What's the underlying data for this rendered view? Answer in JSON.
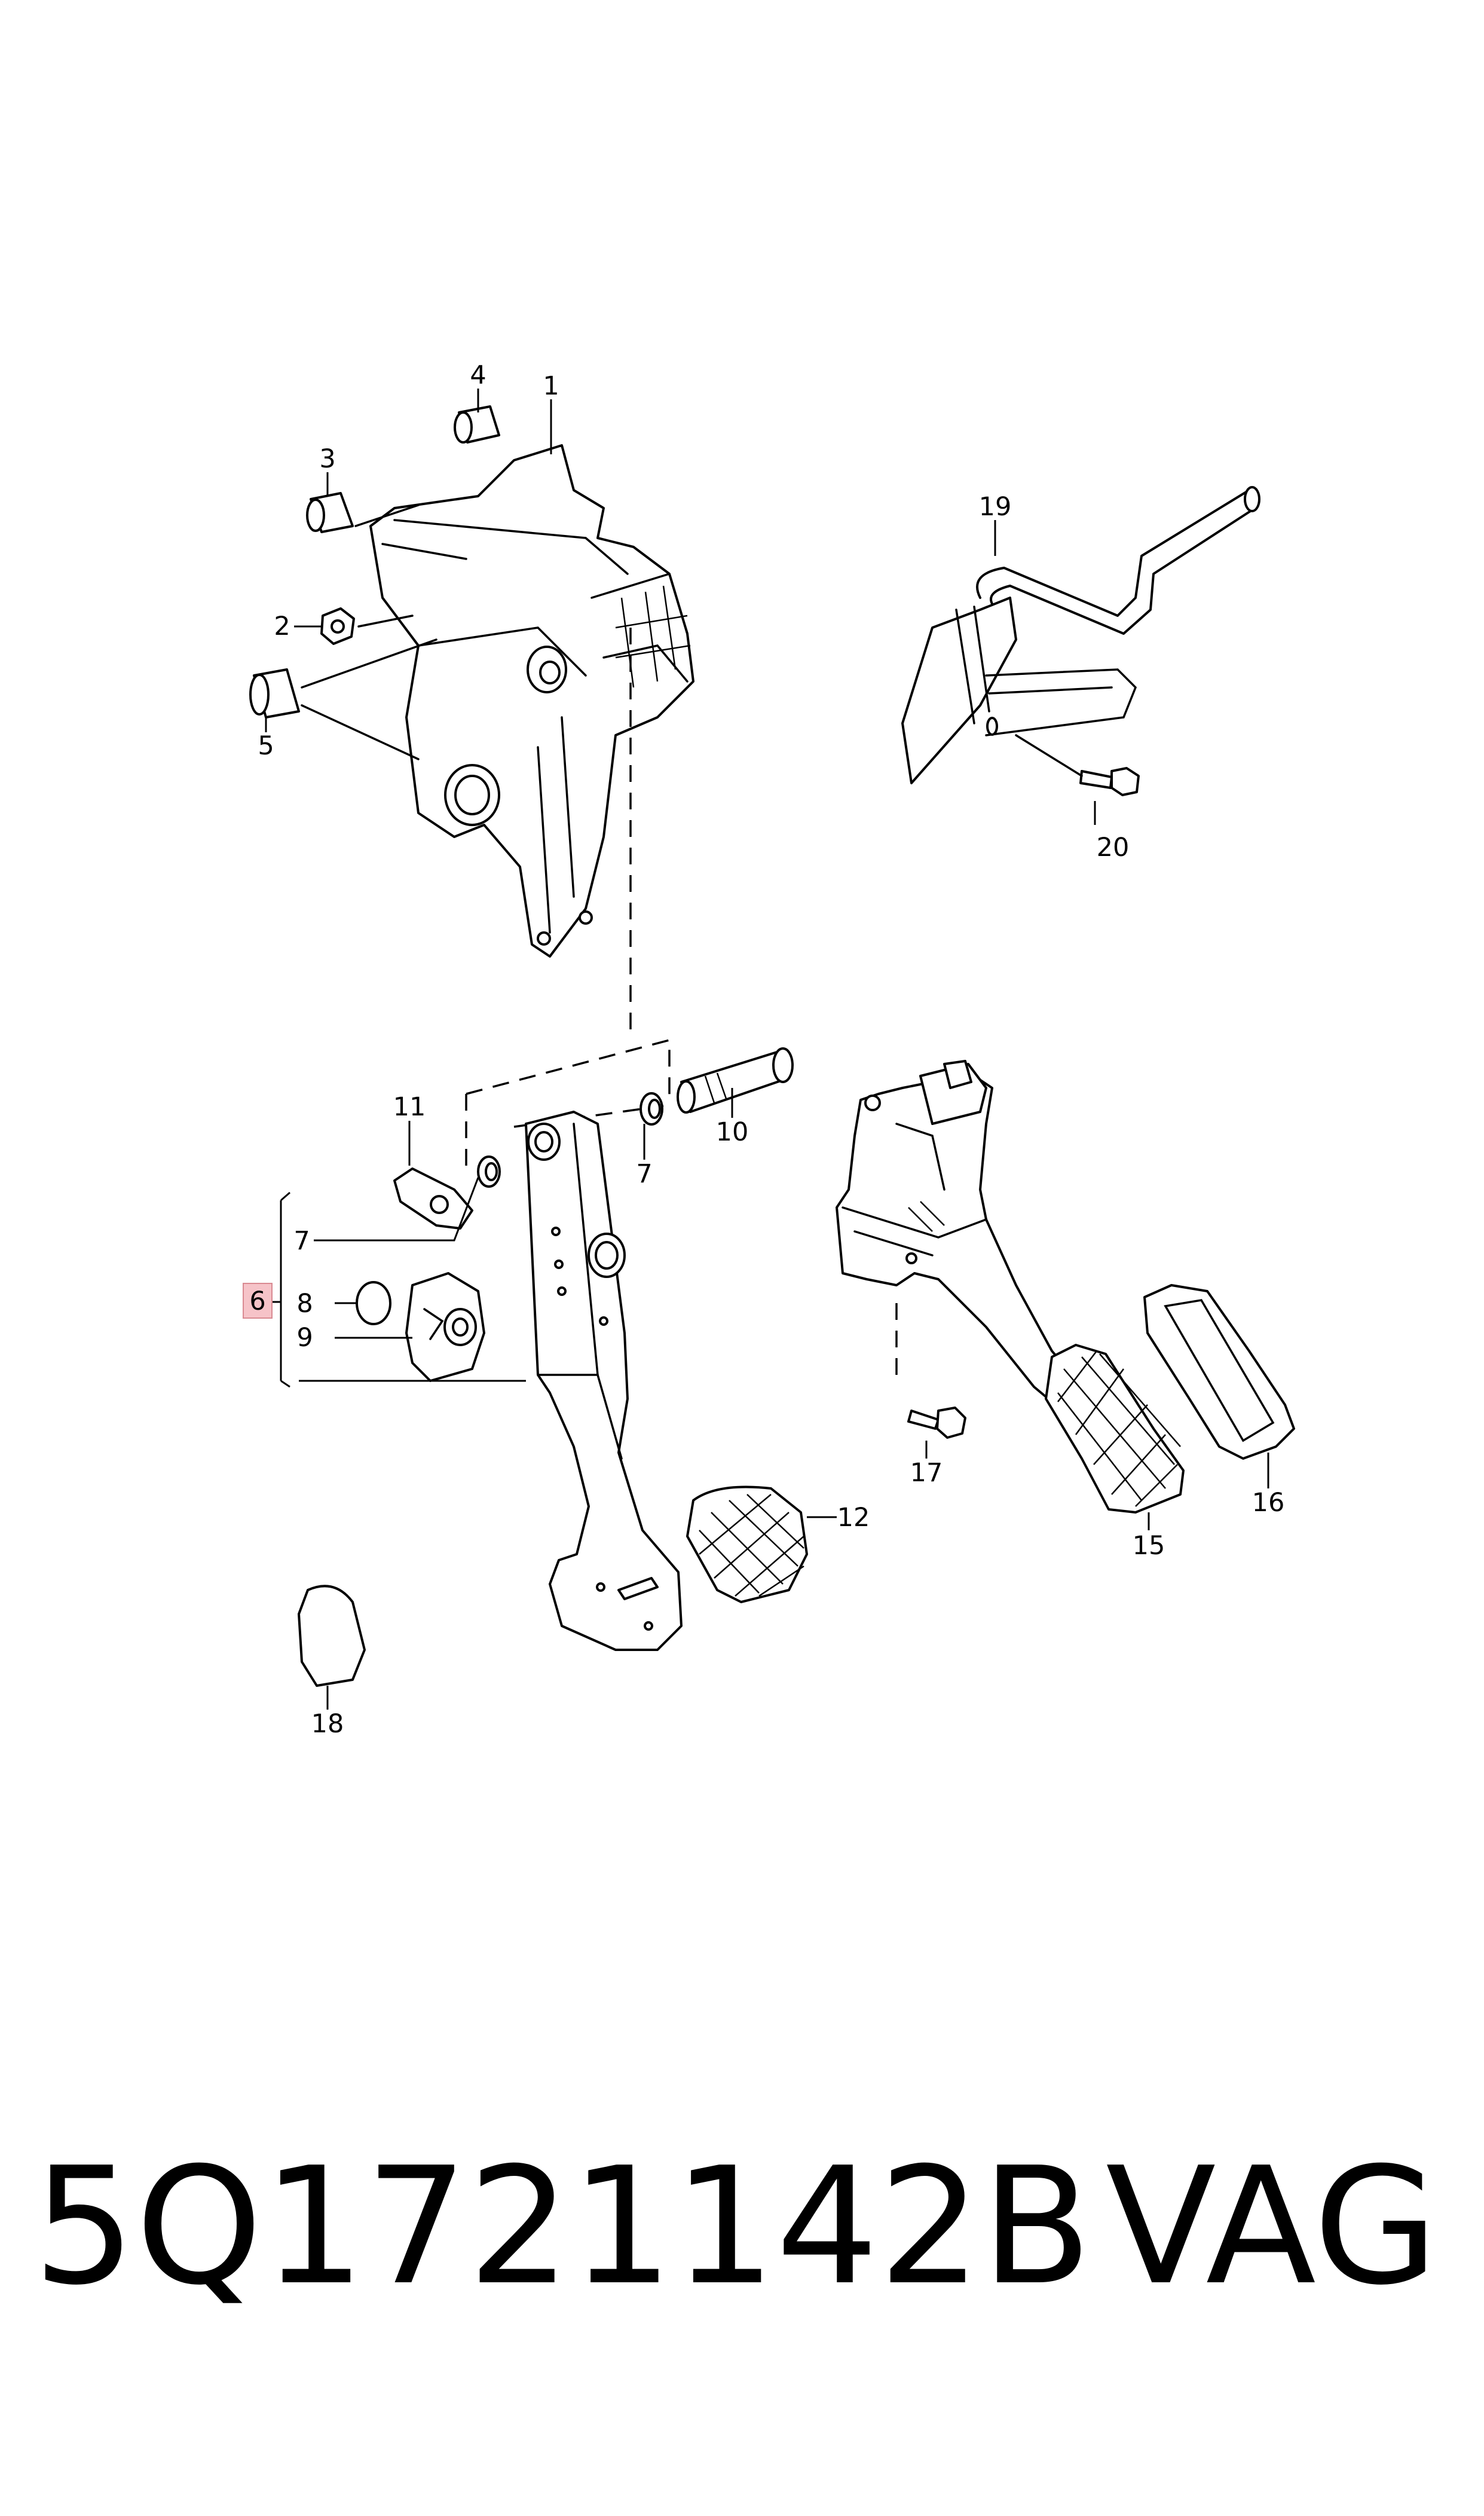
{
  "callouts": {
    "c1": "1",
    "c2": "2",
    "c3": "3",
    "c4": "4",
    "c5": "5",
    "c6": "6",
    "c7a": "7",
    "c7b": "7",
    "c8": "8",
    "c9": "9",
    "c10": "10",
    "c11": "11",
    "c12": "12",
    "c15": "15",
    "c16": "16",
    "c17": "17",
    "c18": "18",
    "c19": "19",
    "c20": "20"
  },
  "highlight_color": "#f6c3c8",
  "footer": {
    "part_number": "5Q1721142B",
    "brand": "VAG"
  }
}
